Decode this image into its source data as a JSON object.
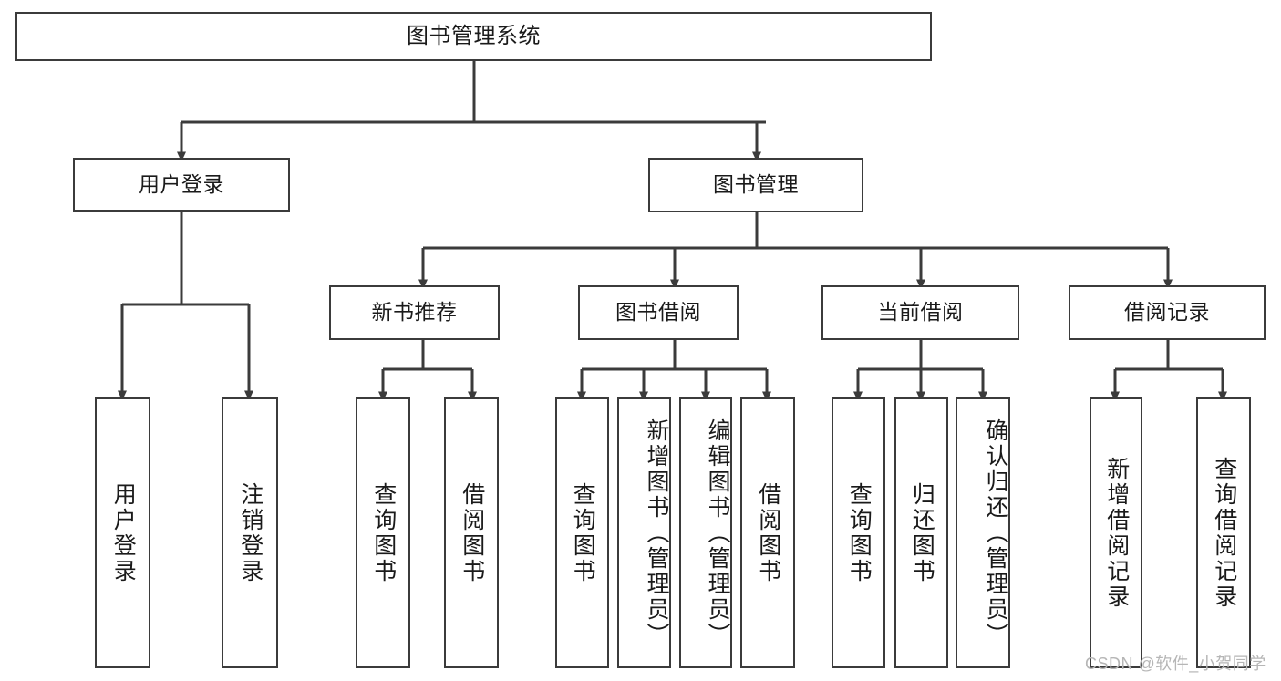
{
  "diagram": {
    "type": "tree-hierarchy",
    "title": "图书管理系统",
    "colors": {
      "background": "#ffffff",
      "node_border": "#3b3b3b",
      "node_fill": "#ffffff",
      "text": "#1a1a1a",
      "edge": "#3b3b3b",
      "watermark": "#b6b6b6"
    },
    "root": {
      "label": "图书管理系统"
    },
    "level2": [
      {
        "label": "用户登录"
      },
      {
        "label": "图书管理"
      }
    ],
    "level3": [
      {
        "label": "新书推荐"
      },
      {
        "label": "图书借阅"
      },
      {
        "label": "当前借阅"
      },
      {
        "label": "借阅记录"
      }
    ],
    "leaves": {
      "user_login": [
        {
          "label": "用户登录"
        },
        {
          "label": "注销登录"
        }
      ],
      "new_book_recommend": [
        {
          "label": "查询图书"
        },
        {
          "label": "借阅图书"
        }
      ],
      "book_borrow": [
        {
          "label": "查询图书"
        },
        {
          "label": "新增图书（管理员）"
        },
        {
          "label": "编辑图书（管理员）"
        },
        {
          "label": "借阅图书"
        }
      ],
      "current_borrow": [
        {
          "label": "查询图书"
        },
        {
          "label": "归还图书"
        },
        {
          "label": "确认归还（管理员）"
        }
      ],
      "borrow_record": [
        {
          "label": "新增借阅记录"
        },
        {
          "label": "查询借阅记录"
        }
      ]
    },
    "watermark": "CSDN @软件_小贺同学"
  }
}
